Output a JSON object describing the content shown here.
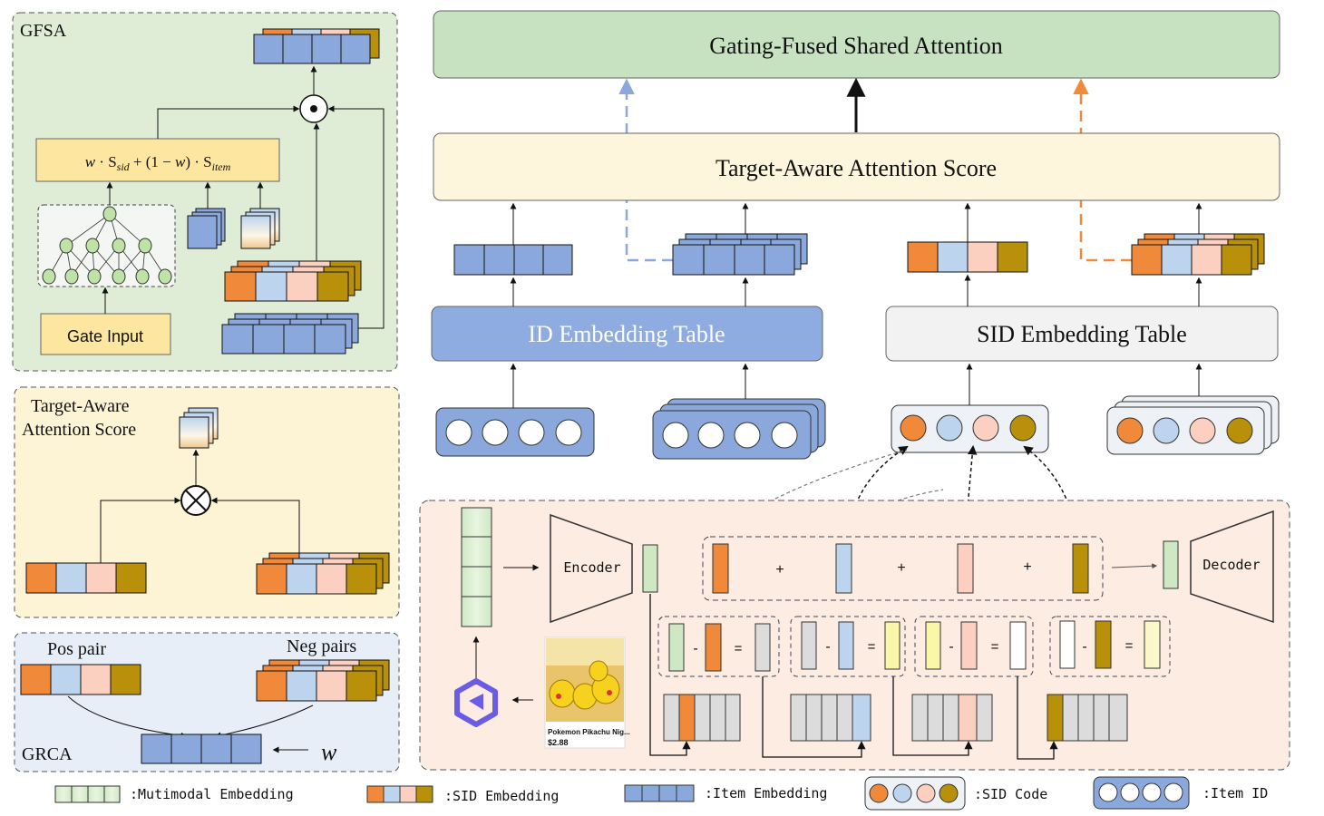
{
  "colors": {
    "orange": "#f08a3a",
    "light_blue": "#bcd4ee",
    "peach": "#fbd0c0",
    "gold": "#b8900a",
    "item_blue": "#8aa8dc",
    "green_panel": "#dfedd6",
    "yellow_panel": "#fdf3d5",
    "blue_panel": "#e8eef8",
    "pink_panel": "#fcece2",
    "gfsa_bar": "#c6e2c0",
    "target_bar": "#fdf6dc",
    "id_table": "#8eacdf",
    "sid_table": "#f2f2f2"
  },
  "main": {
    "gfsa_title": "Gating-Fused Shared Attention",
    "target_title": "Target-Aware Attention Score",
    "id_table": "ID Embedding Table",
    "sid_table": "SID Embedding Table"
  },
  "gfsa_panel": {
    "label": "GFSA",
    "gate_input": "Gate Input",
    "formula_w": "w",
    "formula_mid": " · S",
    "formula_sid": "sid",
    "formula_plus": " + (1 − ",
    "formula_w2": "w",
    "formula_close": ") · S",
    "formula_item": "item"
  },
  "target_panel": {
    "label_line1": "Target-Aware",
    "label_line2": "Attention Score"
  },
  "grca_panel": {
    "label": "GRCA",
    "pos": "Pos pair",
    "neg": "Neg pairs",
    "w": "w"
  },
  "rq_panel": {
    "encoder": "Encoder",
    "decoder": "Decoder",
    "product_name": "Pokemon Pikachu Nig...",
    "product_price": "$2.88"
  },
  "legend": {
    "multimodal": ":Mutimodal Embedding",
    "sid_emb": ":SID Embedding",
    "item_emb": ":Item Embedding",
    "sid_code": ":SID Code",
    "item_id": ":Item ID"
  }
}
